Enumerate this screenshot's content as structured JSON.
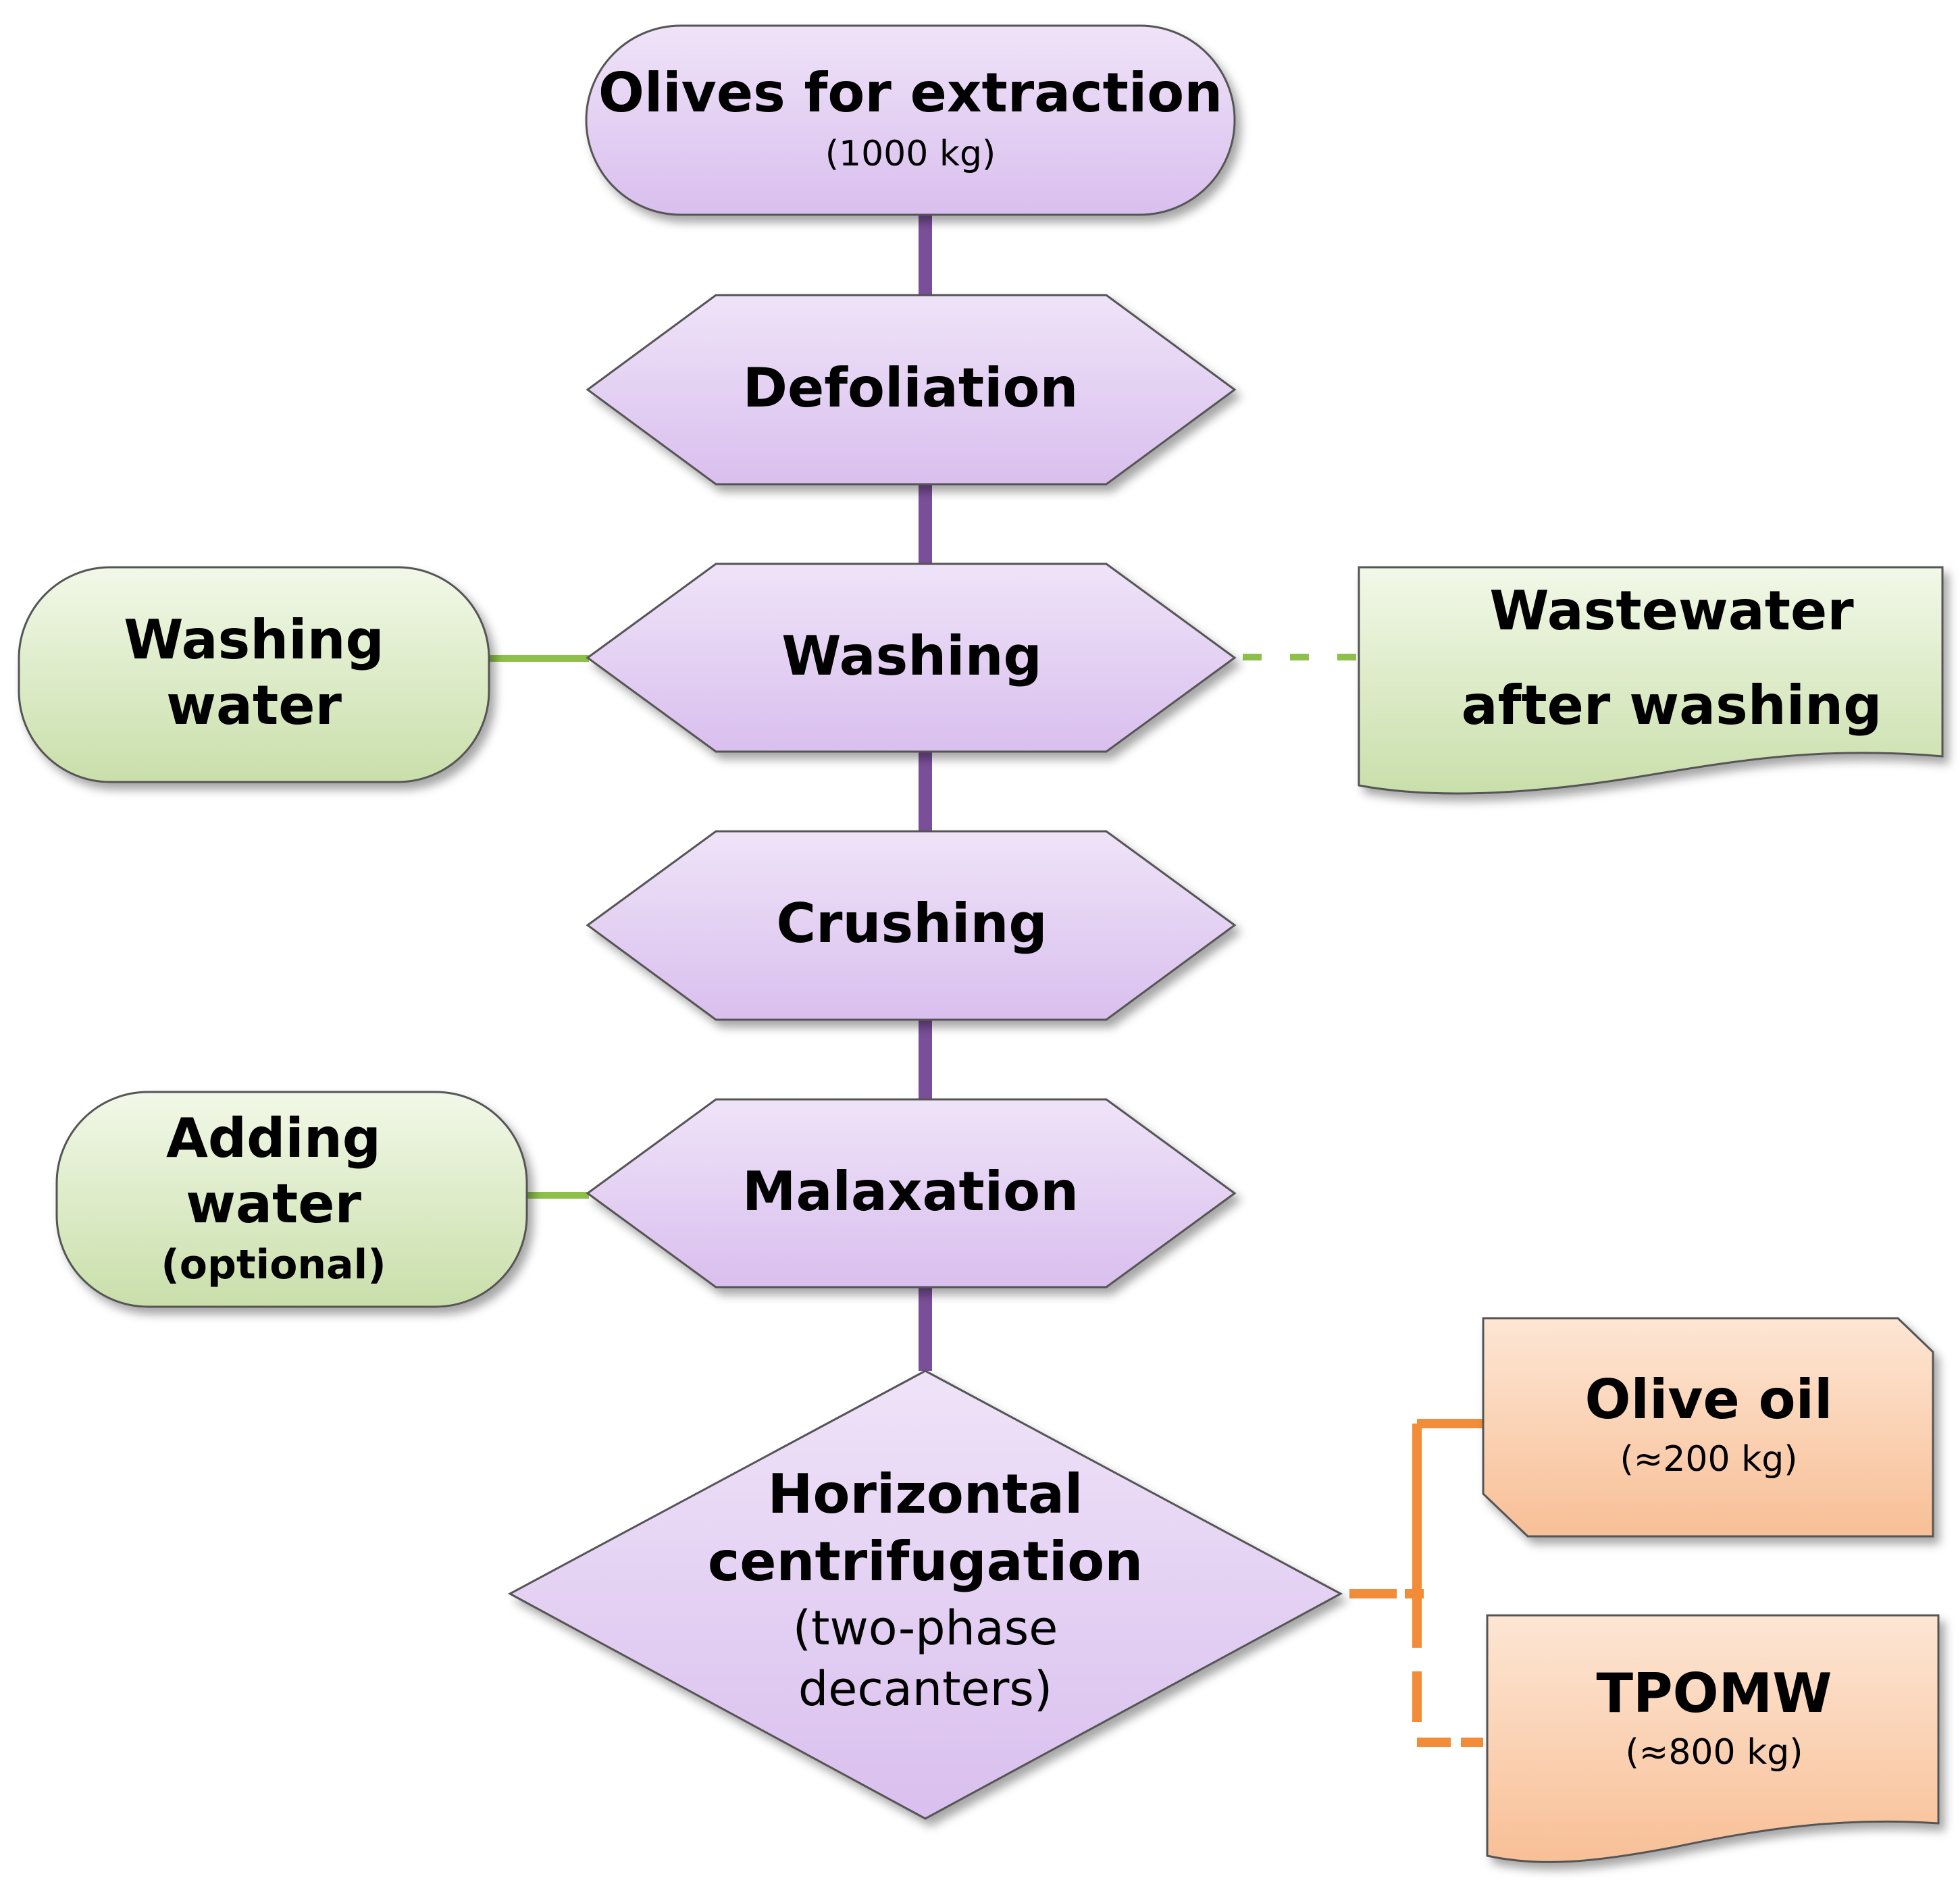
{
  "nodes": {
    "olives": {
      "title": "Olives for extraction",
      "sub": "(1000 kg)"
    },
    "defoliation": {
      "title": "Defoliation"
    },
    "washing": {
      "title": "Washing"
    },
    "crushing": {
      "title": "Crushing"
    },
    "malaxation": {
      "title": "Malaxation"
    },
    "centrifugation": {
      "line1": "Horizontal",
      "line2": "centrifugation",
      "line3": "(two-phase",
      "line4": "decanters)"
    },
    "washing_water": {
      "line1": "Washing",
      "line2": "water"
    },
    "wastewater": {
      "line1": "Wastewater",
      "line2": "after washing"
    },
    "adding_water": {
      "line1": "Adding",
      "line2": "water",
      "line3": "(optional)"
    },
    "olive_oil": {
      "title": "Olive oil",
      "sub": "(≈200 kg)"
    },
    "tpomw": {
      "title": "TPOMW",
      "sub": "(≈800 kg)"
    }
  },
  "colors": {
    "process_fill_top": "#efe3f8",
    "process_fill_bottom": "#d9bfee",
    "input_fill_top": "#f2f8e8",
    "input_fill_bottom": "#c9dfaa",
    "output_fill_top": "#fde6d4",
    "output_fill_bottom": "#f8bf96",
    "stroke": "#555555",
    "main_line": "#7a4f9a",
    "green_line": "#8dbf4a",
    "orange_line": "#f28c38"
  }
}
